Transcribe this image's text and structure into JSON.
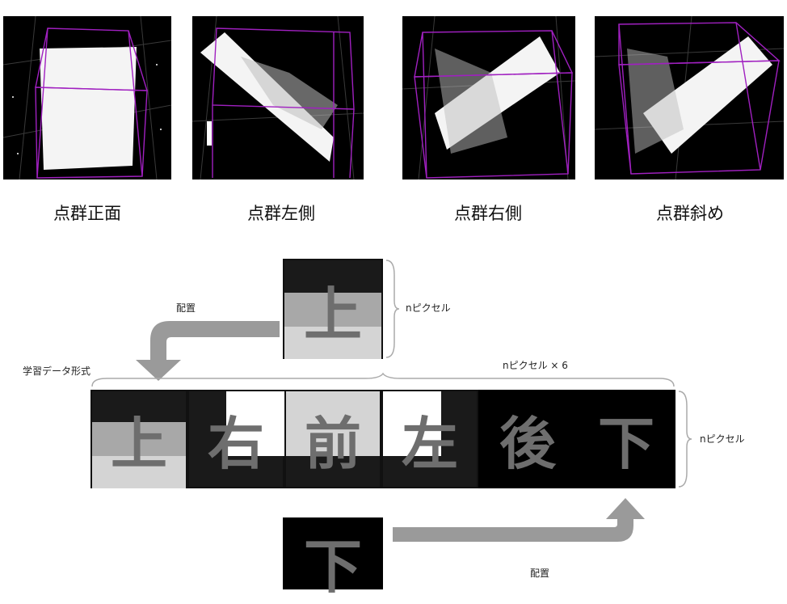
{
  "thumbnails": [
    {
      "id": "front",
      "caption": "点群正面"
    },
    {
      "id": "left",
      "caption": "点群左側"
    },
    {
      "id": "right",
      "caption": "点群右側"
    },
    {
      "id": "oblique",
      "caption": "点群斜め"
    }
  ],
  "diagram": {
    "top_tile_char": "上",
    "bottom_tile_char": "下",
    "strip_chars": [
      "上",
      "右",
      "前",
      "左",
      "後",
      "下"
    ],
    "label_place_top": "配置",
    "label_place_bottom": "配置",
    "label_format": "学習データ形式",
    "label_n_pixels_top": "nピクセル",
    "label_n_pixels_x6": "nピクセル × 6",
    "label_n_pixels_right": "nピクセル"
  },
  "colors": {
    "dark": "#1a1a1a",
    "mid_gray": "#a8a8a8",
    "light_gray": "#d4d4d4",
    "white": "#ffffff",
    "text_gray": "#6e6e6e",
    "arrow_gray": "#9a9a9a",
    "bounding_box": "#a020c0",
    "grid": "#3a3a3a"
  },
  "icons": [
    "left-down-arrow",
    "up-right-arrow",
    "right-brace",
    "top-brace"
  ]
}
